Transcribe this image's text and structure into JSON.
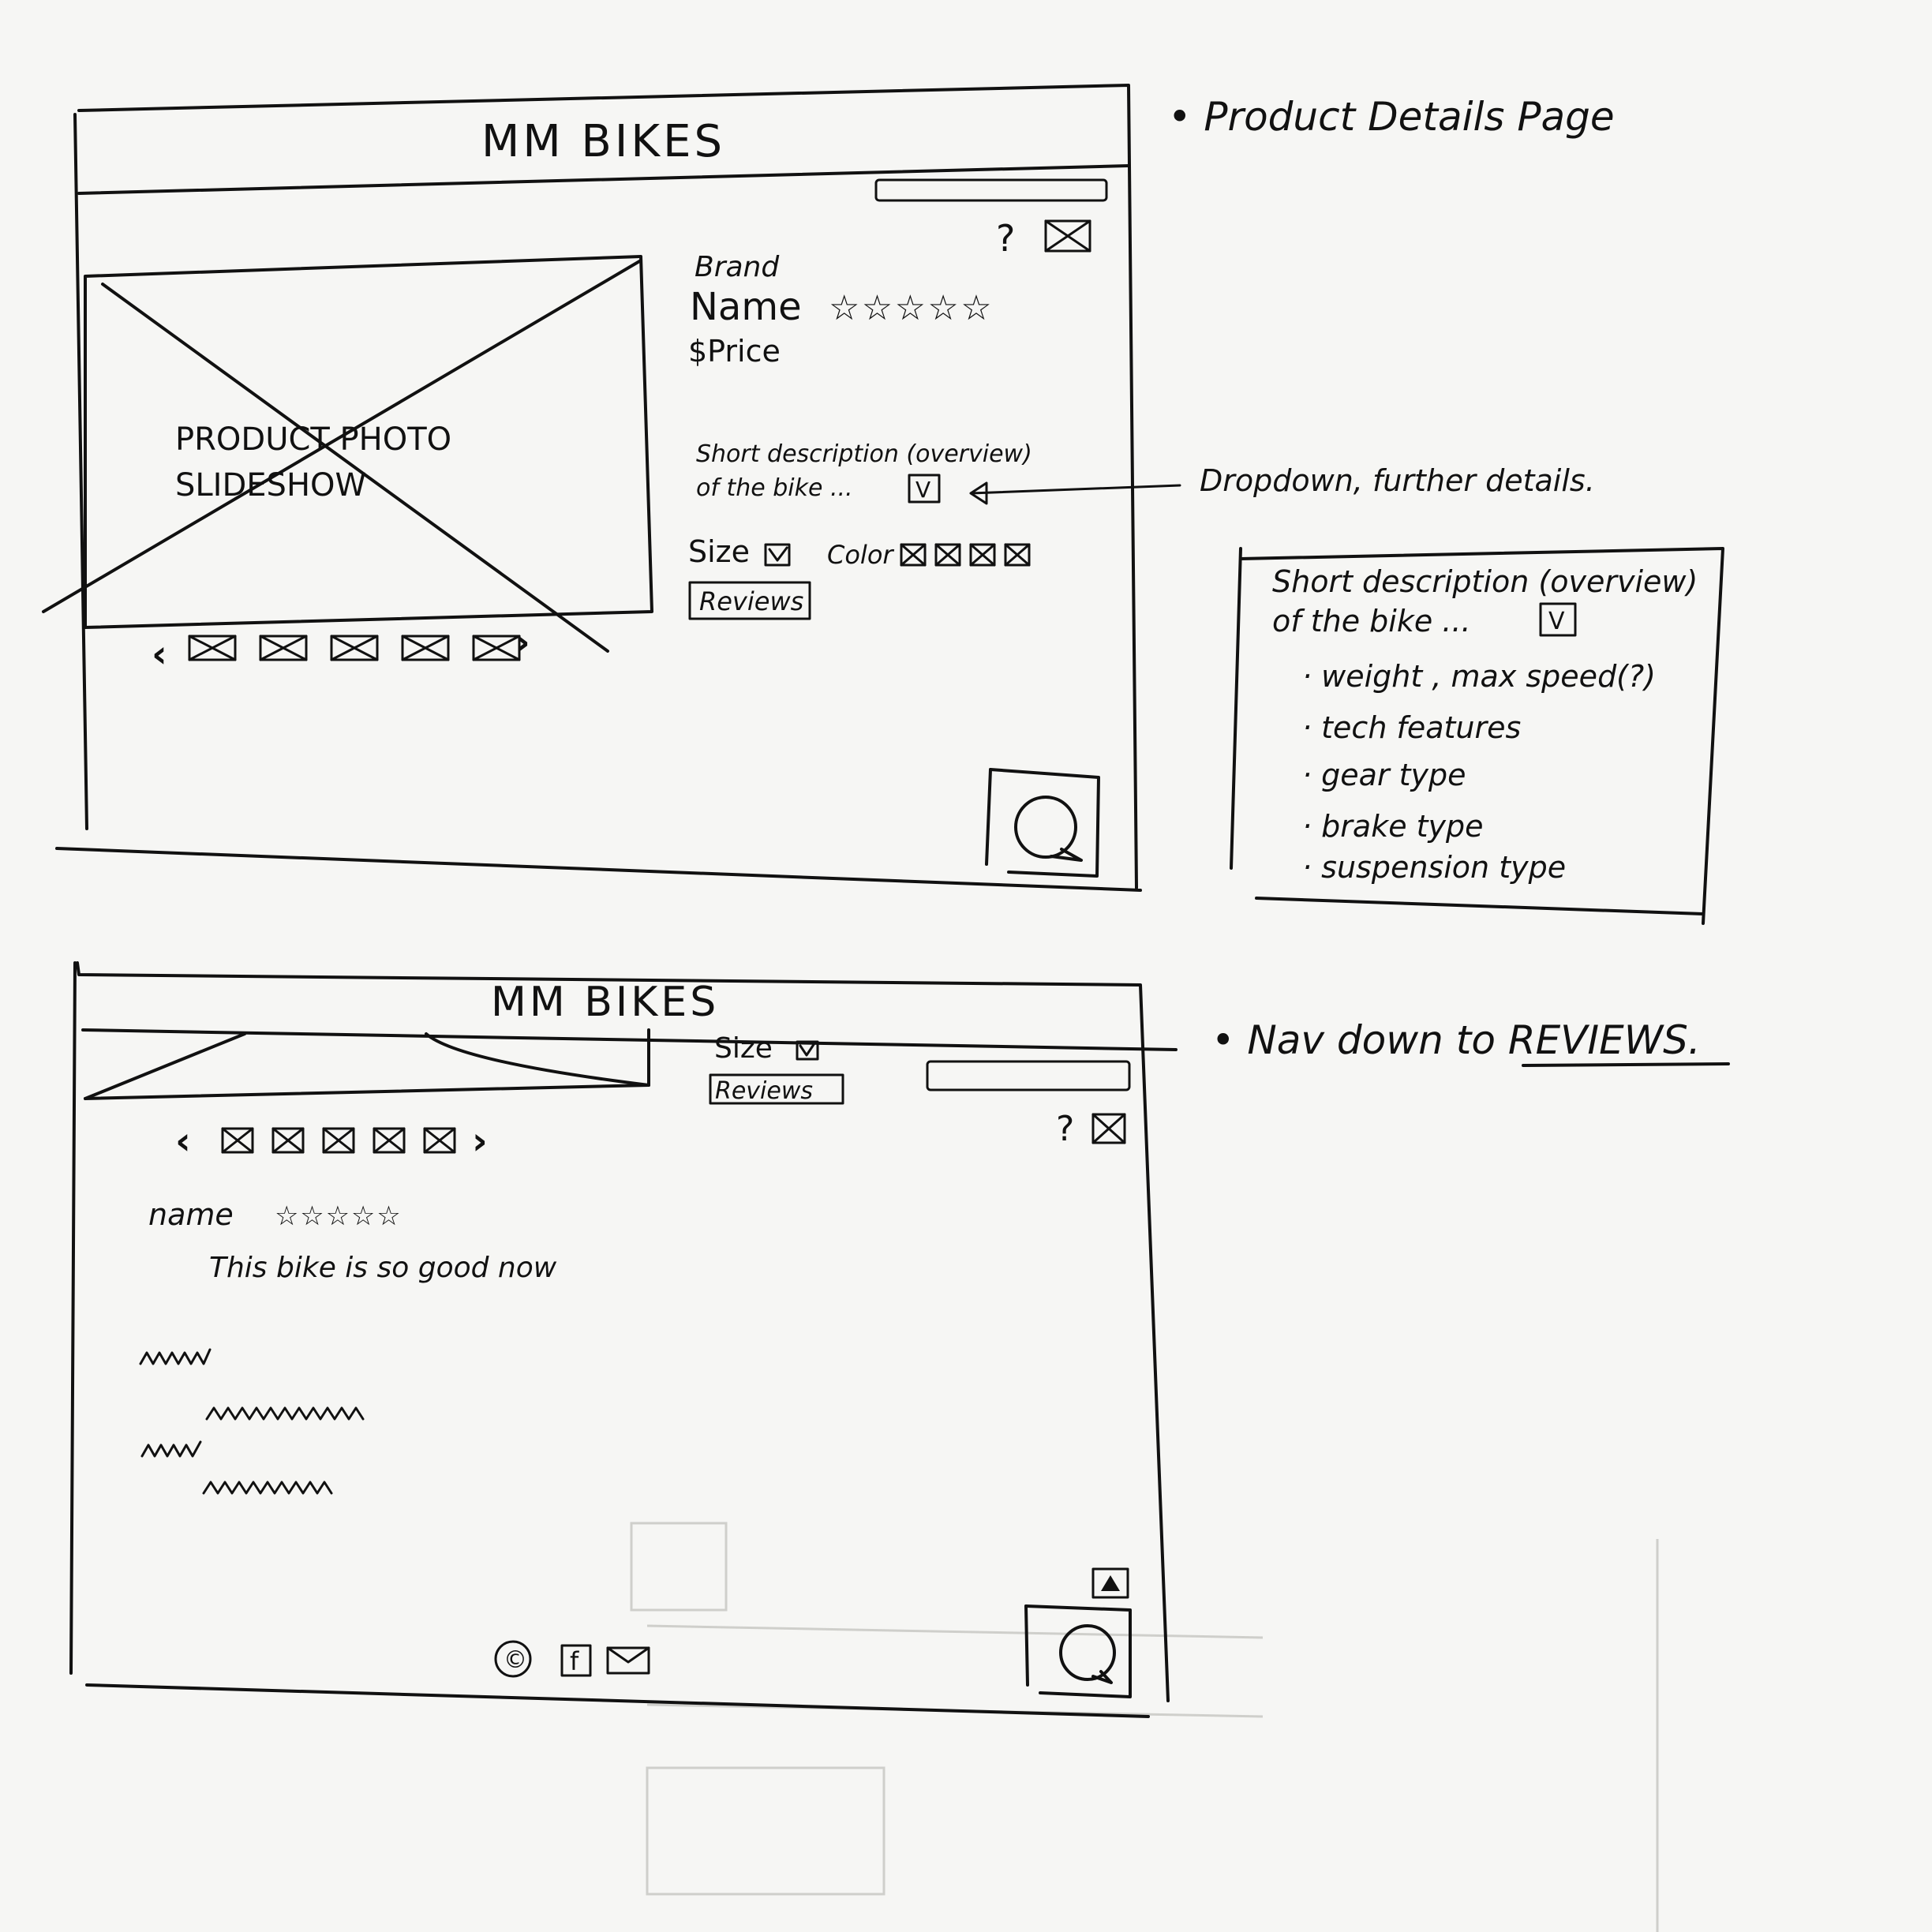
{
  "wireframe1": {
    "logo": "MM BIKES",
    "photo_label_1": "PRODUCT PHOTO",
    "photo_label_2": "SLIDESHOW",
    "brand": "Brand",
    "name": "Name",
    "price": "$Price",
    "description_1": "Short description (overview)",
    "description_2": "of the bike ...",
    "size_label": "Size",
    "color_label": "Color",
    "reviews_button": "Reviews",
    "help_symbol": "?",
    "rating_stars": 5,
    "color_swatches": 4,
    "thumbnails": 5
  },
  "annotations": {
    "page_title": "• Product Details Page",
    "dropdown_note": "Dropdown, further details.",
    "nav_note_prefix": "• Nav down to",
    "nav_note_target": "REVIEWS",
    "nav_note_suffix": "."
  },
  "dropdown_panel": {
    "line_1": "Short description (overview)",
    "line_2": "of the bike ...",
    "items": [
      "· weight , max speed(?)",
      "· tech features",
      "· gear type",
      "· brake type",
      "· suspension type"
    ]
  },
  "wireframe2": {
    "logo": "MM BIKES",
    "size_label": "Size",
    "reviews_button": "Reviews",
    "help_symbol": "?",
    "reviewer_name": "name",
    "review_text": "This bike is so good now",
    "rating_stars": 5,
    "thumbnails": 5,
    "footer_copyright": "©",
    "footer_facebook": "f"
  }
}
